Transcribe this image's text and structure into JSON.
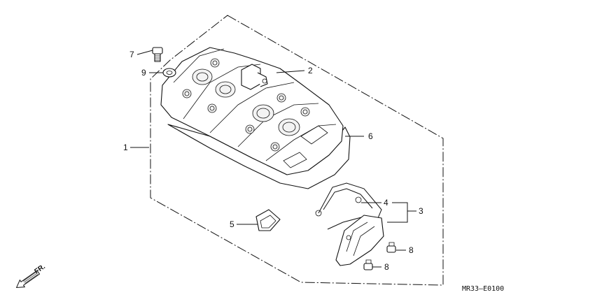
{
  "diagram": {
    "callouts": [
      {
        "id": "c1",
        "label": "1"
      },
      {
        "id": "c2",
        "label": "2"
      },
      {
        "id": "c3",
        "label": "3"
      },
      {
        "id": "c4",
        "label": "4"
      },
      {
        "id": "c5",
        "label": "5"
      },
      {
        "id": "c6",
        "label": "6"
      },
      {
        "id": "c7",
        "label": "7"
      },
      {
        "id": "c8a",
        "label": "8"
      },
      {
        "id": "c8b",
        "label": "8"
      },
      {
        "id": "c9",
        "label": "9"
      }
    ],
    "direction_label": "FR.",
    "drawing_code": "MR33–E0100"
  }
}
